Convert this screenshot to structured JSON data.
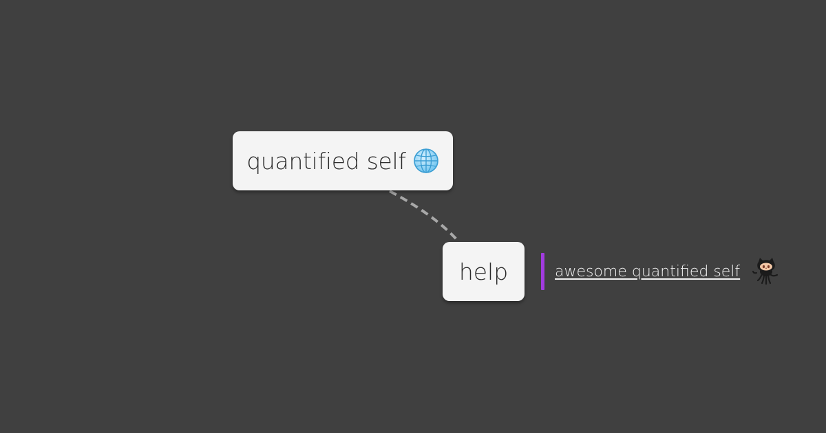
{
  "mindmap": {
    "root": {
      "label": "quantified self",
      "icon": "globe-icon"
    },
    "child": {
      "label": "help"
    },
    "link": {
      "label": "awesome quantified self ",
      "icon": "github-octocat-icon"
    }
  },
  "colors": {
    "background": "#404040",
    "node_fill": "#f4f4f4",
    "node_text": "#2a2a2a",
    "connector": "#a8a8a8",
    "link_accent": "#a23bdf",
    "link_text": "#f2f2f2"
  }
}
